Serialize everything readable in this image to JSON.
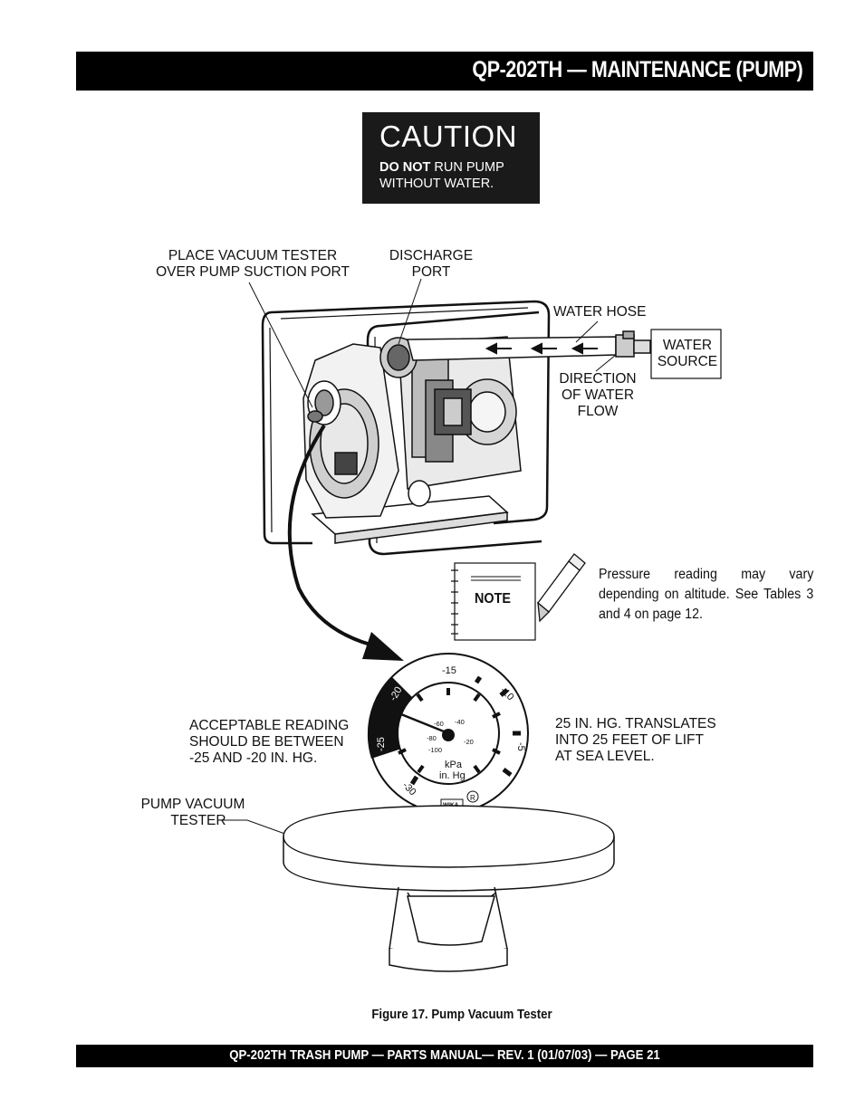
{
  "header": {
    "title": "QP-202TH  — MAINTENANCE (PUMP)"
  },
  "caution": {
    "title": "CAUTION",
    "line1_bold": "DO NOT",
    "line1_rest": " RUN PUMP",
    "line2": "WITHOUT WATER."
  },
  "labels": {
    "place_vacuum_1": "PLACE VACUUM TESTER",
    "place_vacuum_2": "OVER PUMP SUCTION PORT",
    "discharge_1": "DISCHARGE",
    "discharge_2": "PORT",
    "water_hose": "WATER HOSE",
    "water_source_1": "WATER",
    "water_source_2": "SOURCE",
    "direction_1": "DIRECTION",
    "direction_2": "OF WATER",
    "direction_3": "FLOW",
    "acceptable_1": "ACCEPTABLE READING",
    "acceptable_2": "SHOULD BE BETWEEN",
    "acceptable_3": "-25 AND -20 IN. HG.",
    "translates_1": "25 IN. HG. TRANSLATES",
    "translates_2": "INTO 25 FEET OF LIFT",
    "translates_3": "AT SEA LEVEL.",
    "pump_vacuum_1": "PUMP VACUUM",
    "pump_vacuum_2": "TESTER"
  },
  "note": {
    "badge": "NOTE",
    "text": "Pressure reading may vary depending on altitude. See Tables 3 and 4 on page 12."
  },
  "gauge": {
    "outer_ticks": [
      "-15",
      "-10",
      "-5",
      "-20",
      "-25",
      "-30"
    ],
    "inner_ticks": [
      "-60",
      "-40",
      "-80",
      "-20",
      "-100"
    ],
    "unit_kpa": "kPa",
    "unit_inhg": "in. Hg",
    "brand": "WIKA",
    "registered": "R"
  },
  "figure_caption": "Figure 17. Pump Vacuum Tester",
  "footer": {
    "text": "QP-202TH TRASH PUMP — PARTS  MANUAL— REV. 1 (01/07/03) — PAGE 21"
  }
}
